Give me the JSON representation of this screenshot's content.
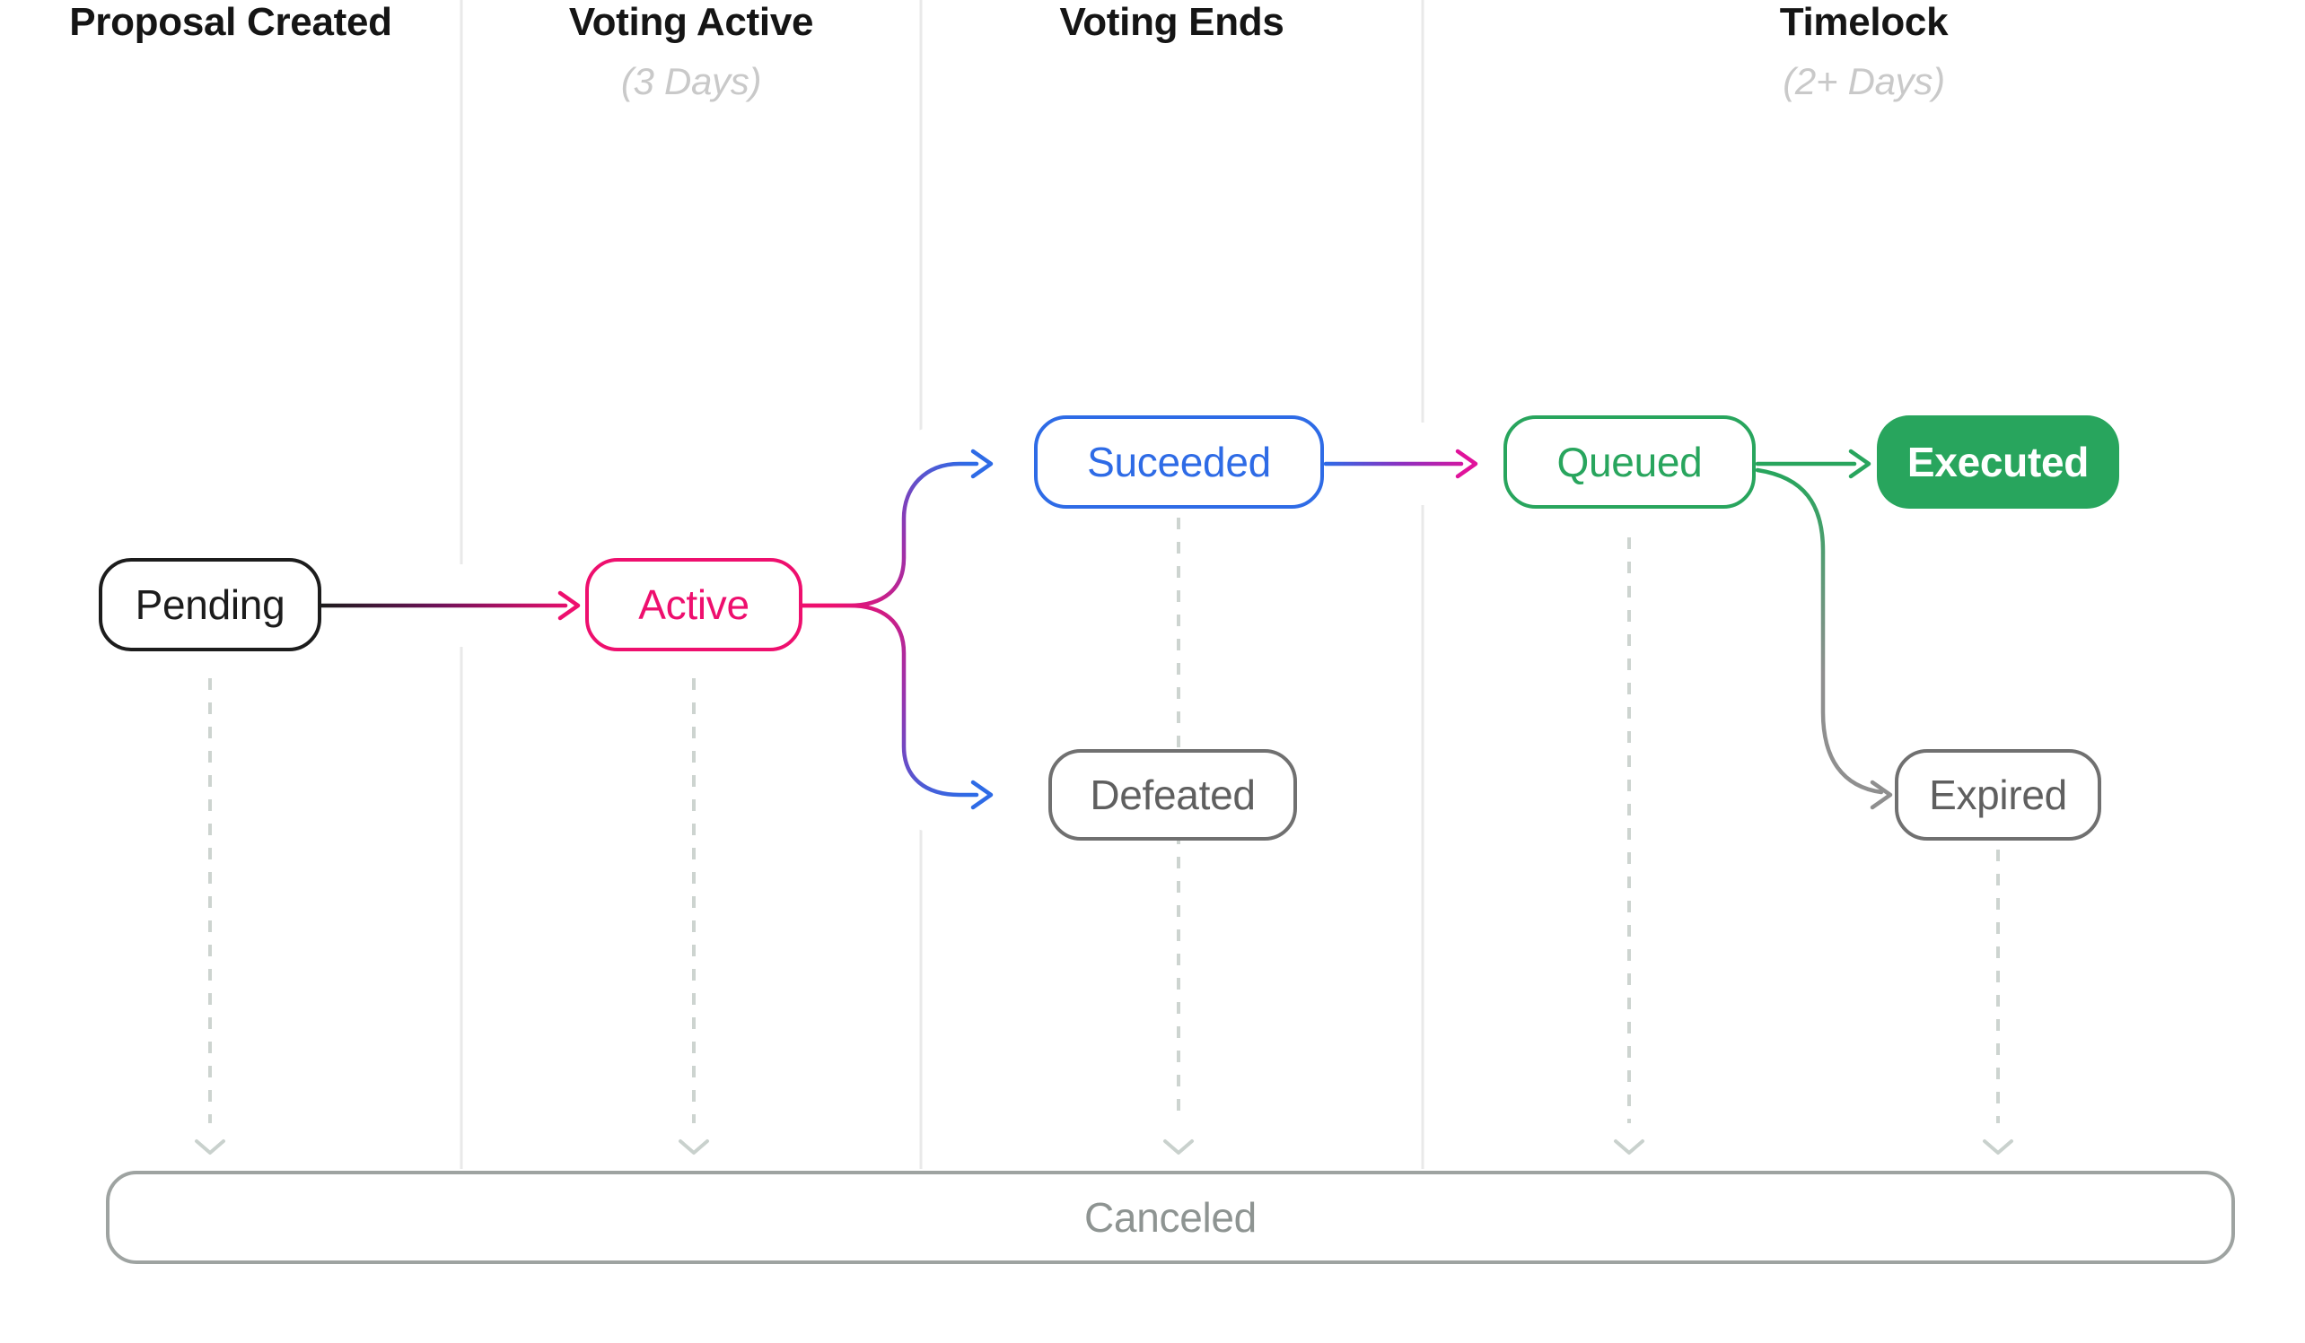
{
  "columns": [
    {
      "id": "proposal-created",
      "title": "Proposal Created",
      "subtitle": ""
    },
    {
      "id": "voting-active",
      "title": "Voting Active",
      "subtitle": "(3 Days)"
    },
    {
      "id": "voting-ends",
      "title": "Voting Ends",
      "subtitle": ""
    },
    {
      "id": "timelock",
      "title": "Timelock",
      "subtitle": "(2+ Days)"
    }
  ],
  "nodes": {
    "pending": {
      "label": "Pending",
      "style": "outline",
      "color": "#1c1c1c"
    },
    "active": {
      "label": "Active",
      "style": "outline",
      "color": "#ee0f6e"
    },
    "suceeded": {
      "label": "Suceeded",
      "style": "outline",
      "color": "#2e6be6"
    },
    "defeated": {
      "label": "Defeated",
      "style": "outline",
      "color": "#707070"
    },
    "queued": {
      "label": "Queued",
      "style": "outline",
      "color": "#28a55d"
    },
    "executed": {
      "label": "Executed",
      "style": "filled",
      "color": "#28a55d"
    },
    "expired": {
      "label": "Expired",
      "style": "outline",
      "color": "#707070"
    },
    "canceled": {
      "label": "Canceled",
      "style": "outline",
      "color": "#9ea3a1"
    }
  },
  "edges": [
    {
      "from": "Pending",
      "to": "Active",
      "type": "solid",
      "gradient": [
        "#1c1c1c",
        "#ee0f6e"
      ]
    },
    {
      "from": "Active",
      "to": "Suceeded",
      "type": "solid",
      "gradient": [
        "#ee0f6e",
        "#9833ad",
        "#2e6be6"
      ]
    },
    {
      "from": "Active",
      "to": "Defeated",
      "type": "solid",
      "gradient": [
        "#ee0f6e",
        "#9833ad",
        "#2e6be6"
      ]
    },
    {
      "from": "Suceeded",
      "to": "Queued",
      "type": "solid",
      "gradient": [
        "#2e6be6",
        "#8c30c0",
        "#e0139b"
      ]
    },
    {
      "from": "Queued",
      "to": "Executed",
      "type": "solid",
      "gradient": [
        "#28a55d"
      ]
    },
    {
      "from": "Queued",
      "to": "Expired",
      "type": "solid",
      "gradient": [
        "#28a55d",
        "#8f8f8f"
      ]
    },
    {
      "from": "Pending",
      "to": "Canceled",
      "type": "dashed"
    },
    {
      "from": "Active",
      "to": "Canceled",
      "type": "dashed"
    },
    {
      "from": "Suceeded",
      "to": "Canceled",
      "type": "dashed"
    },
    {
      "from": "Queued",
      "to": "Canceled",
      "type": "dashed"
    },
    {
      "from": "Expired",
      "to": "Canceled",
      "type": "dashed"
    }
  ],
  "colors": {
    "pink": "#ee0f6e",
    "blue": "#2e6be6",
    "green": "#28a55d",
    "magenta": "#e0139b",
    "gray_arrow": "#8f8f8f",
    "gray_node_border": "#707070",
    "gray_node_text": "#5f5f5f",
    "canceled_border": "#9ea3a1",
    "canceled_text": "#8e9492",
    "dashed_line": "#cdd4d0",
    "divider": "#e9e9e9",
    "header_text": "#151515",
    "subtitle_text": "#c9c9c9"
  }
}
